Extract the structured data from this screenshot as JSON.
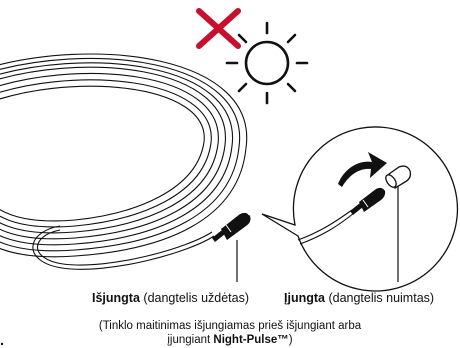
{
  "caption_off": {
    "state": "Išjungta",
    "detail": "(dangtelis uždėtas)"
  },
  "caption_on": {
    "state": "Įjungta",
    "detail": "(dangtelis nuimtas)"
  },
  "note": {
    "line1": "(Tinklo maitinimas išjungiamas prieš išjungiant arba",
    "line2_prefix": "įjungiant ",
    "line2_bold": "Night-Pulse™",
    "line2_suffix": ")"
  },
  "colors": {
    "cross": "#c8102e",
    "line": "#111111",
    "background": "#ffffff"
  },
  "icons": [
    "red-cross-icon",
    "sun-icon",
    "curved-arrow-icon"
  ]
}
